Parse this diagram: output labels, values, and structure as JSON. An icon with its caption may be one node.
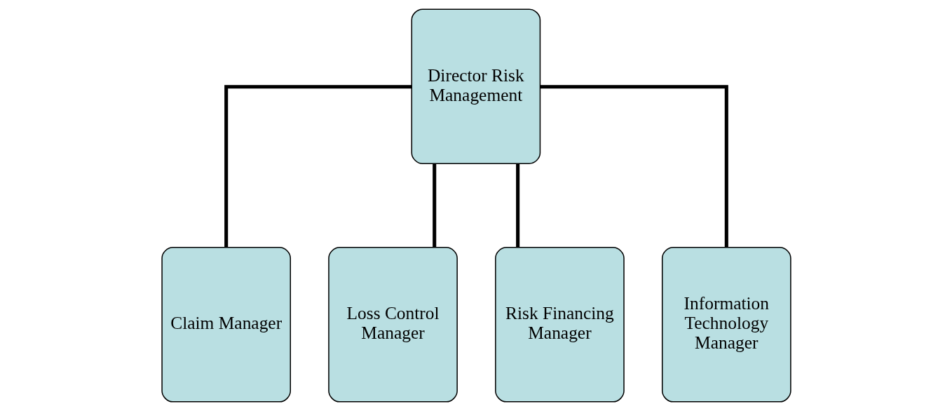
{
  "diagram": {
    "nodes": [
      {
        "text": [
          "Director Risk Management"
        ]
      },
      {
        "text": [
          "Claim Manager"
        ]
      },
      {
        "text": [
          "Loss Control Manager"
        ]
      },
      {
        "text": [
          "Risk Financing Manager"
        ]
      },
      {
        "text": [
          "Information Technology Manager"
        ]
      }
    ],
    "edges": [
      {
        "from": 0,
        "to": 1,
        "arrow": "none"
      },
      {
        "from": 0,
        "to": 2,
        "arrow": "none"
      },
      {
        "from": 0,
        "to": 3,
        "arrow": "none"
      },
      {
        "from": 0,
        "to": 4,
        "arrow": "none"
      }
    ]
  }
}
